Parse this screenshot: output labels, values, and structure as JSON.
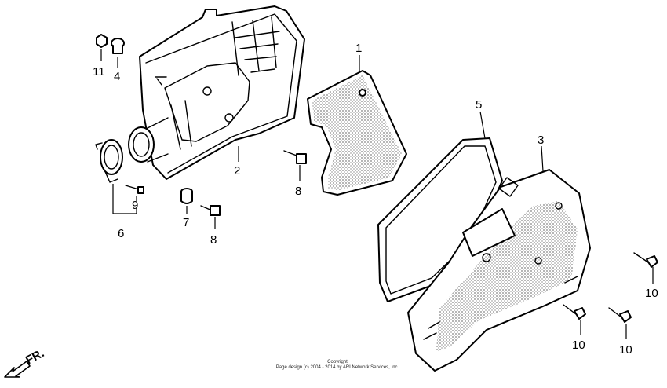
{
  "callouts": {
    "c1": "1",
    "c2": "2",
    "c3": "3",
    "c4": "4",
    "c5": "5",
    "c6": "6",
    "c7": "7",
    "c8a": "8",
    "c8b": "8",
    "c9": "9",
    "c10a": "10",
    "c10b": "10",
    "c10c": "10",
    "c11": "11"
  },
  "direction_label": "FR.",
  "copyright": {
    "line1": "Copyright",
    "line2": "Page design (c) 2004 - 2014 by ARI Network Services, Inc."
  }
}
